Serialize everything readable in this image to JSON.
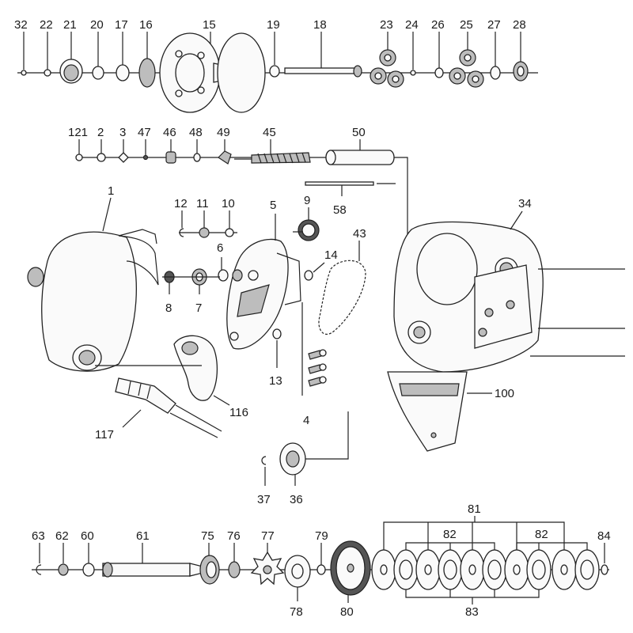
{
  "labels": {
    "p32": "32",
    "p22": "22",
    "p21": "21",
    "p20": "20",
    "p17": "17",
    "p16": "16",
    "p15": "15",
    "p19": "19",
    "p18": "18",
    "p23": "23",
    "p24": "24",
    "p26": "26",
    "p25": "25",
    "p27": "27",
    "p28": "28",
    "p121": "121",
    "p2": "2",
    "p3": "3",
    "p47": "47",
    "p46": "46",
    "p48": "48",
    "p49": "49",
    "p45": "45",
    "p50": "50",
    "p1": "1",
    "p12": "12",
    "p11": "11",
    "p10": "10",
    "p5": "5",
    "p9": "9",
    "p58": "58",
    "p34": "34",
    "p6": "6",
    "p14": "14",
    "p43": "43",
    "p8": "8",
    "p7": "7",
    "p13": "13",
    "p4": "4",
    "p100": "100",
    "p116": "116",
    "p117": "117",
    "p37": "37",
    "p36": "36",
    "p63": "63",
    "p62": "62",
    "p60": "60",
    "p61": "61",
    "p75": "75",
    "p76": "76",
    "p77": "77",
    "p79": "79",
    "p81": "81",
    "p82a": "82",
    "p82b": "82",
    "p84": "84",
    "p78": "78",
    "p80": "80",
    "p83": "83"
  }
}
